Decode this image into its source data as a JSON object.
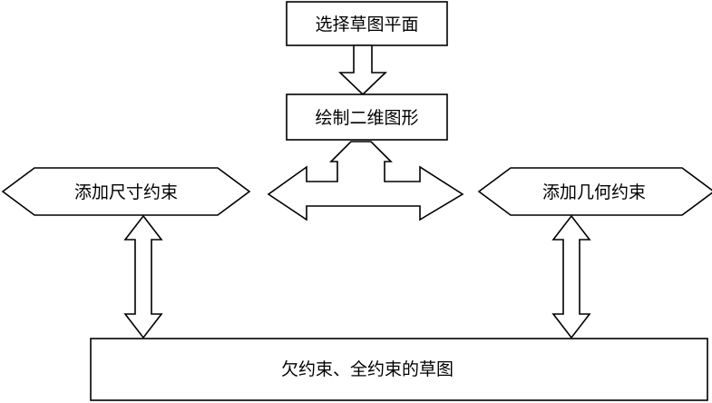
{
  "nodes": {
    "select_plane": "选择草图平面",
    "draw_2d": "绘制二维图形",
    "dim_constraint": "添加尺寸约束",
    "geo_constraint": "添加几何约束",
    "sketch_result": "欠约束、全约束的草图"
  }
}
